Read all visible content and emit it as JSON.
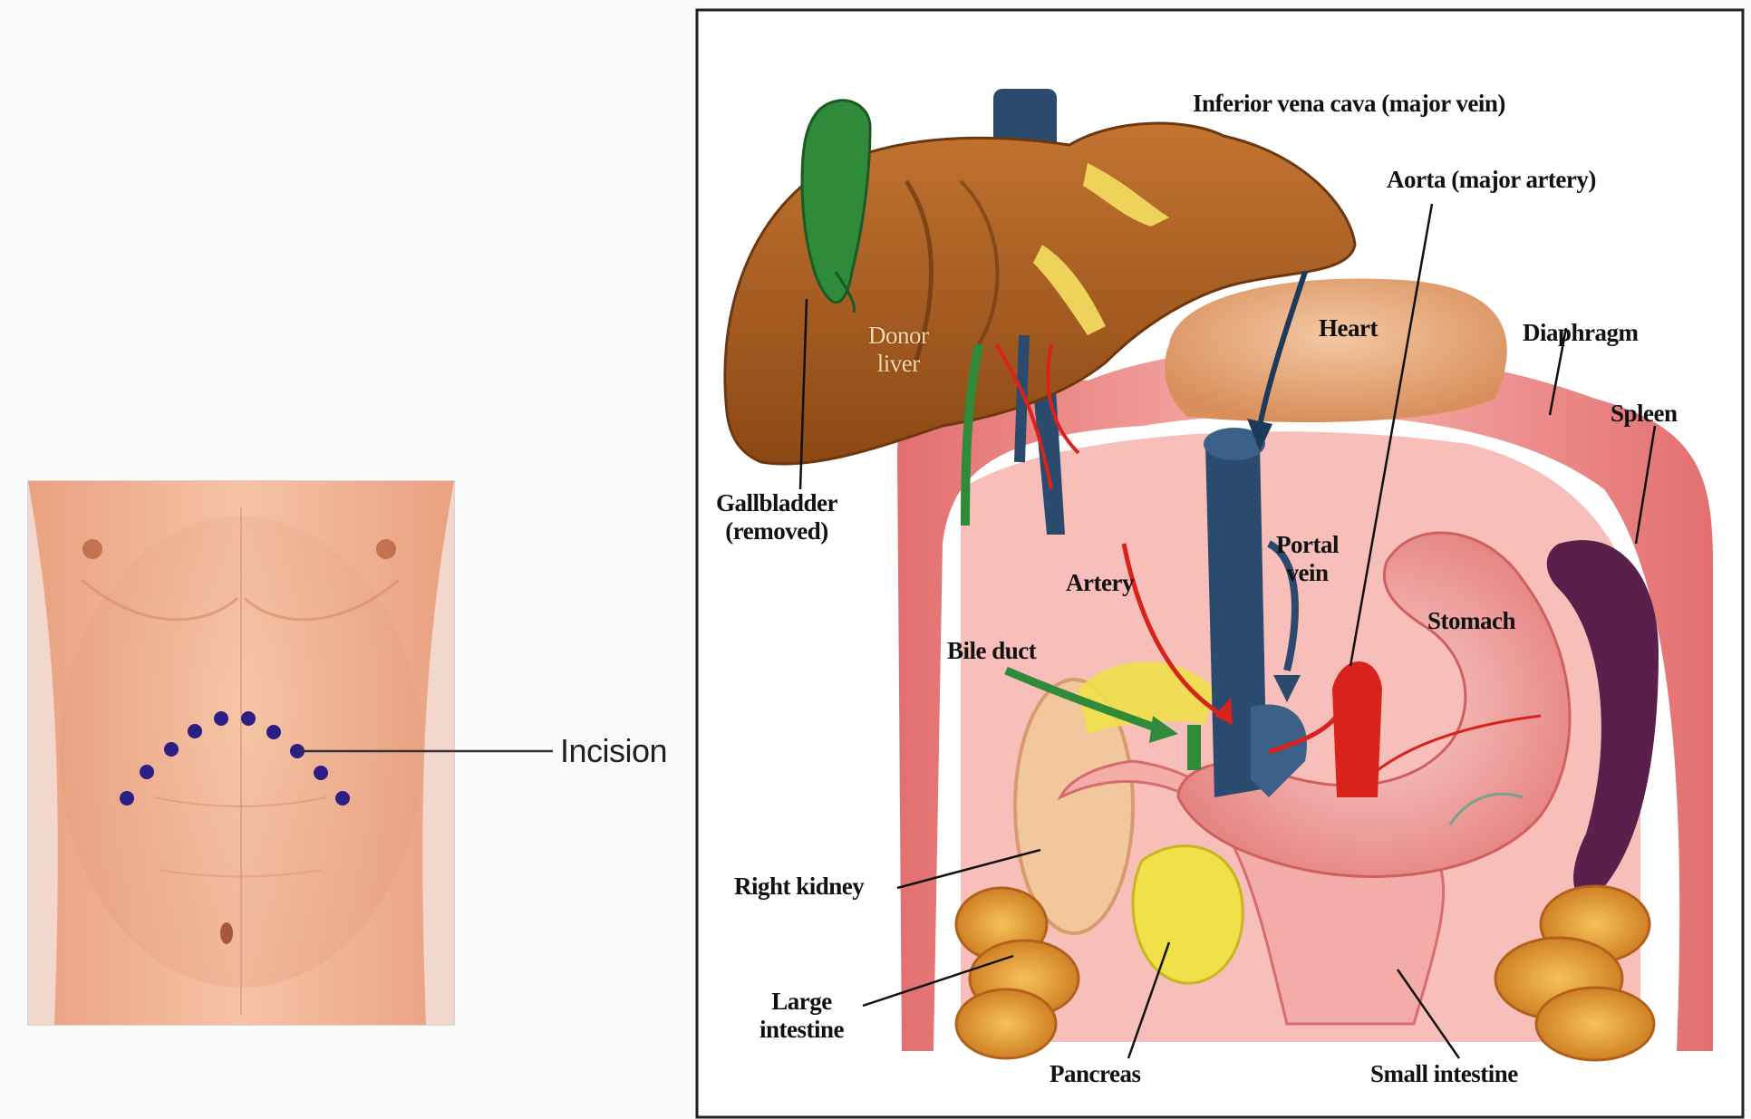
{
  "left_panel": {
    "incision_label": "Incision",
    "colors": {
      "skin": "#f2b797",
      "incision_dots": "#2b1f86"
    }
  },
  "right_panel": {
    "labels": {
      "ivc": "Inferior vena cava (major vein)",
      "aorta": "Aorta (major artery)",
      "heart": "Heart",
      "diaphragm": "Diaphragm",
      "spleen": "Spleen",
      "donor_liver_line1": "Donor",
      "donor_liver_line2": "liver",
      "gallbladder_line1": "Gallbladder",
      "gallbladder_line2": "(removed)",
      "portal_vein_line1": "Portal",
      "portal_vein_line2": "vein",
      "artery": "Artery",
      "bile_duct": "Bile duct",
      "stomach": "Stomach",
      "right_kidney": "Right kidney",
      "large_intestine_line1": "Large",
      "large_intestine_line2": "intestine",
      "pancreas": "Pancreas",
      "small_intestine": "Small intestine"
    },
    "colors": {
      "liver": "#a85a1e",
      "gallbladder": "#2f8a3a",
      "vein": "#2a4a6e",
      "artery": "#d8231c",
      "body_wall": "#f08a88",
      "stomach": "#f2a6a2",
      "intestine": "#e39a2c",
      "pancreas": "#f0e04a",
      "spleen": "#5a1f4a"
    }
  }
}
